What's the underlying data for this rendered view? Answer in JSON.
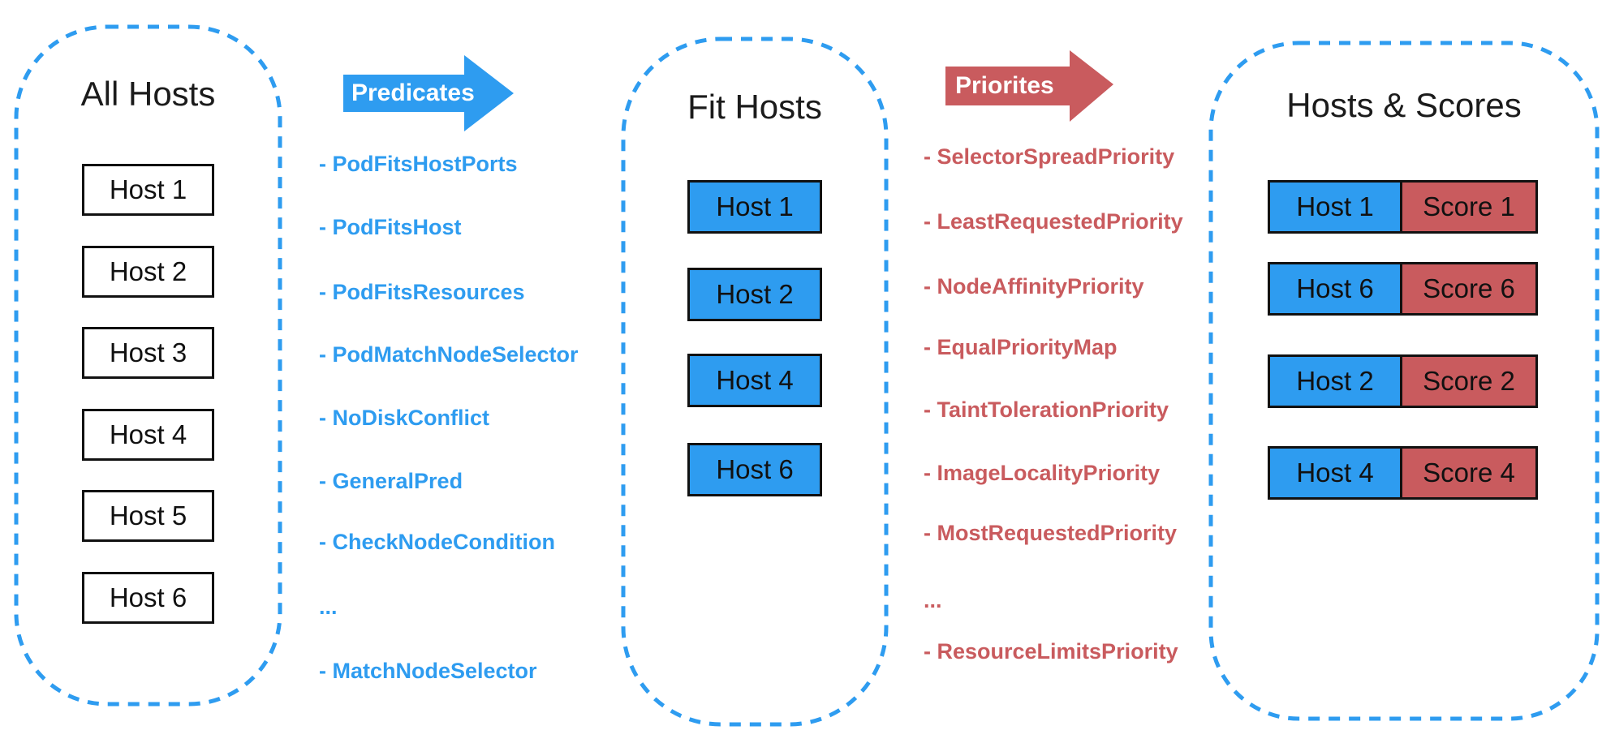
{
  "colors": {
    "blue": "#2E9CF0",
    "red": "#C95B5E",
    "box_border": "#111111",
    "title_text": "#1b1b1b",
    "background": "#ffffff"
  },
  "all_hosts": {
    "title": "All Hosts",
    "items": [
      "Host 1",
      "Host 2",
      "Host 3",
      "Host 4",
      "Host 5",
      "Host 6"
    ]
  },
  "predicates": {
    "arrow_label": "Predicates",
    "items": [
      "- PodFitsHostPorts",
      "- PodFitsHost",
      "- PodFitsResources",
      "- PodMatchNodeSelector",
      "- NoDiskConflict",
      "- GeneralPred",
      "- CheckNodeCondition",
      "...",
      "- MatchNodeSelector"
    ]
  },
  "fit_hosts": {
    "title": "Fit Hosts",
    "items": [
      "Host 1",
      "Host 2",
      "Host 4",
      "Host 6"
    ]
  },
  "priorities": {
    "arrow_label": "Priorites",
    "items": [
      "- SelectorSpreadPriority",
      "- LeastRequestedPriority",
      "- NodeAffinityPriority",
      "- EqualPriorityMap",
      "- TaintTolerationPriority",
      "- ImageLocalityPriority",
      "- MostRequestedPriority",
      "...",
      "- ResourceLimitsPriority"
    ]
  },
  "hosts_scores": {
    "title": "Hosts & Scores",
    "rows": [
      {
        "host": "Host 1",
        "score": "Score 1"
      },
      {
        "host": "Host 6",
        "score": "Score 6"
      },
      {
        "host": "Host 2",
        "score": "Score 2"
      },
      {
        "host": "Host 4",
        "score": "Score 4"
      }
    ]
  }
}
